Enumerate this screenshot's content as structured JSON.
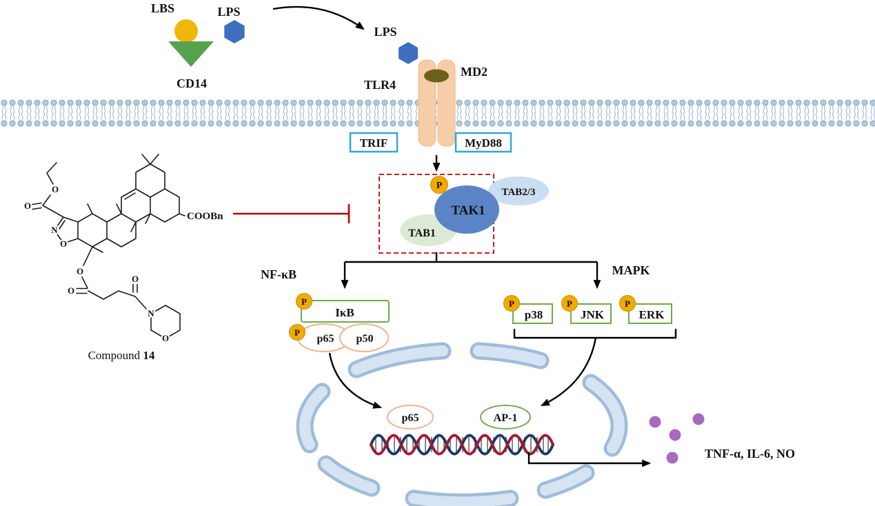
{
  "pathway": {
    "ligands": {
      "lbs": "LBS",
      "lps_free": "LPS",
      "lps_bound": "LPS",
      "cd14": "CD14"
    },
    "receptor": {
      "tlr4": "TLR4",
      "md2": "MD2"
    },
    "adaptors": {
      "trif": "TRIF",
      "myd88": "MyD88"
    },
    "phospho": "P",
    "tak1_complex": {
      "tak1": "TAK1",
      "tab1": "TAB1",
      "tab2_3": "TAB2/3"
    },
    "nfkb_branch": {
      "label": "NF-κB",
      "ikb": "IκB",
      "p65": "p65",
      "p50": "p50"
    },
    "mapk_branch": {
      "label": "MAPK",
      "kinases": [
        "p38",
        "JNK",
        "ERK"
      ]
    },
    "nucleus": {
      "p65": "p65",
      "ap1": "AP-1"
    },
    "output": "TNF-α, IL-6, NO"
  },
  "inhibitor": {
    "name_prefix": "Compound ",
    "name_number": "14",
    "substituent": "COOBn",
    "atom_o": "O",
    "atom_n": "N"
  },
  "colors": {
    "phospho_yellow": "#F2A900",
    "lps_blue": "#3D6EBF",
    "lbs_yellow": "#F0B70A",
    "cd14_green": "#55A34D",
    "receptor_tan": "#F6CDA6",
    "receptor_edge": "#EBB98E",
    "md2_olive": "#6C611B",
    "adaptor_border_cyan": "#2EA8DF",
    "tak1_blue": "#5B84C6",
    "tab1_green": "#DCEAD5",
    "tab2_3_blue": "#CBDDF1",
    "kinase_border_green": "#70A84B",
    "p65_peach": "#F0B48C",
    "ap1_green": "#7AA85C",
    "inhibition_red": "#C00000",
    "cytokine_purple": "#A66BBE",
    "nucleus_blue": "#D6E3F2",
    "dna_navy": "#1F3864",
    "dna_red": "#9E1B32"
  }
}
